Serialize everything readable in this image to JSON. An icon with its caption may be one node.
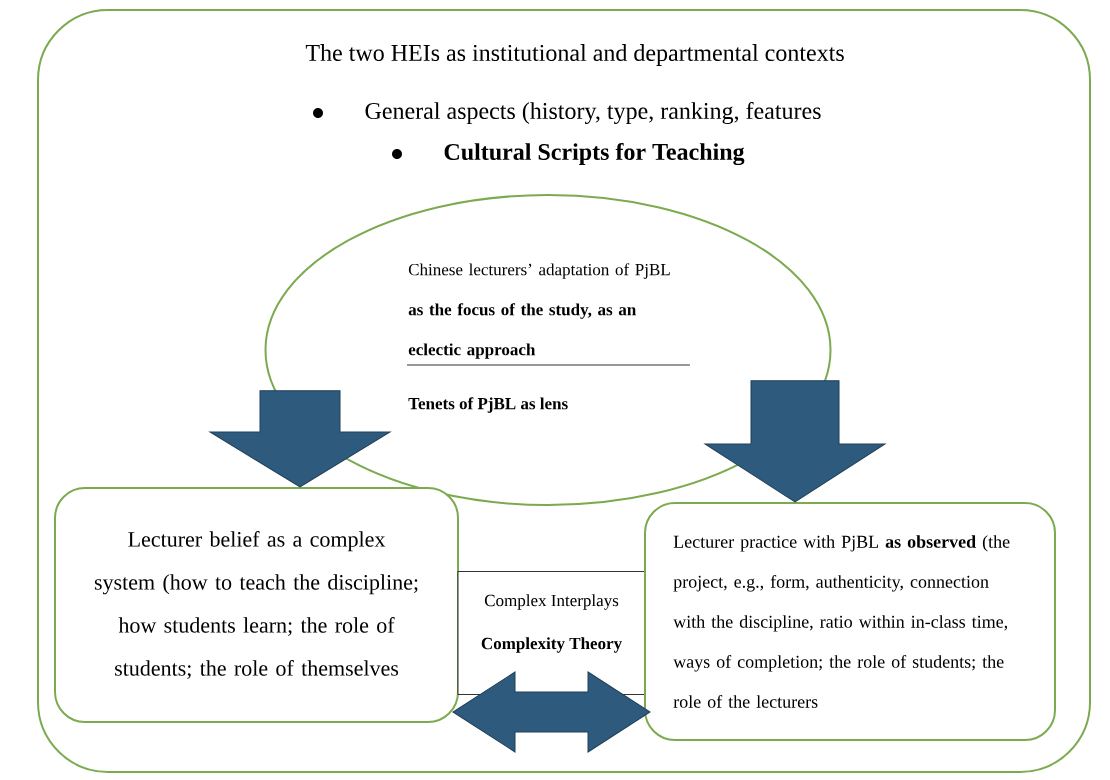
{
  "diagram": {
    "nodes": [
      {
        "text": [
          "The two HEIs as institutional and departmental contexts",
          "General aspects (history, type, ranking, features",
          "Cultural Scripts for Teaching"
        ]
      },
      {
        "text": [
          "Chinese lecturers’ adaptation of PjBL **as the focus of the study, as an eclectic approach**",
          "Tenets of PjBL as lens"
        ],
        "in": 0
      },
      {
        "text": [
          "Lecturer belief as a complex system (how to teach the discipline; how students learn; the role of students; the role of themselves"
        ],
        "in": 0
      },
      {
        "text": [
          "Complex Interplays",
          "Complexity Theory"
        ],
        "in": 0
      },
      {
        "text": [
          "Lecturer practice with PjBL **as observed** (the project, e.g., form, authenticity, connection with the discipline, ratio within in-class time, ways of completion; the role of students; the role of the lecturers"
        ],
        "in": 0
      }
    ],
    "edges": [
      {
        "from": 1,
        "to": 2,
        "arrow": "to"
      },
      {
        "from": 1,
        "to": 4,
        "arrow": "to"
      },
      {
        "from": 2,
        "to": 4,
        "arrow": "both"
      }
    ]
  }
}
